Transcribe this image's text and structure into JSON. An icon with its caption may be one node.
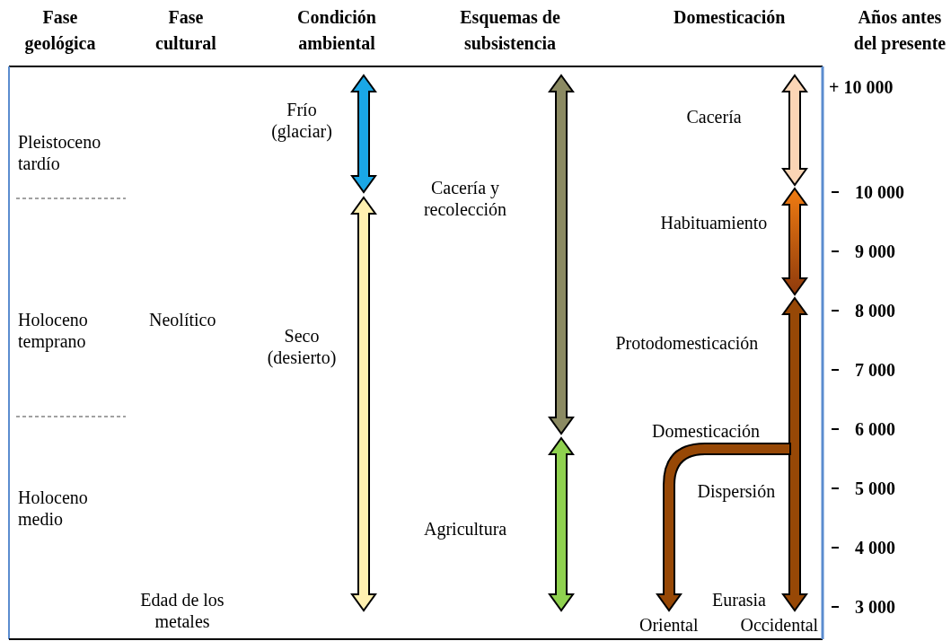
{
  "diagram": {
    "labels": [
      "Fase geológica",
      "Fase cultural",
      "Condición ambiental",
      "Esquemas de subsistencia",
      "Domesticación",
      "Años antes del presente",
      "+ 10 000",
      "Frío (glaciar)",
      "Cacería",
      "Pleistoceno tardío",
      "Cacería y recolección",
      "10 000",
      "Habituamiento",
      "9 000",
      "8 000",
      "Holoceno temprano",
      "Neolítico",
      "Seco (desierto)",
      "Protodomesticación",
      "7 000",
      "Domesticación",
      "6 000",
      "Dispersión",
      "5 000",
      "Holoceno medio",
      "Agricultura",
      "4 000",
      "Edad de los metales",
      "Eurasia",
      "3 000",
      "Oriental",
      "Occidental"
    ]
  }
}
